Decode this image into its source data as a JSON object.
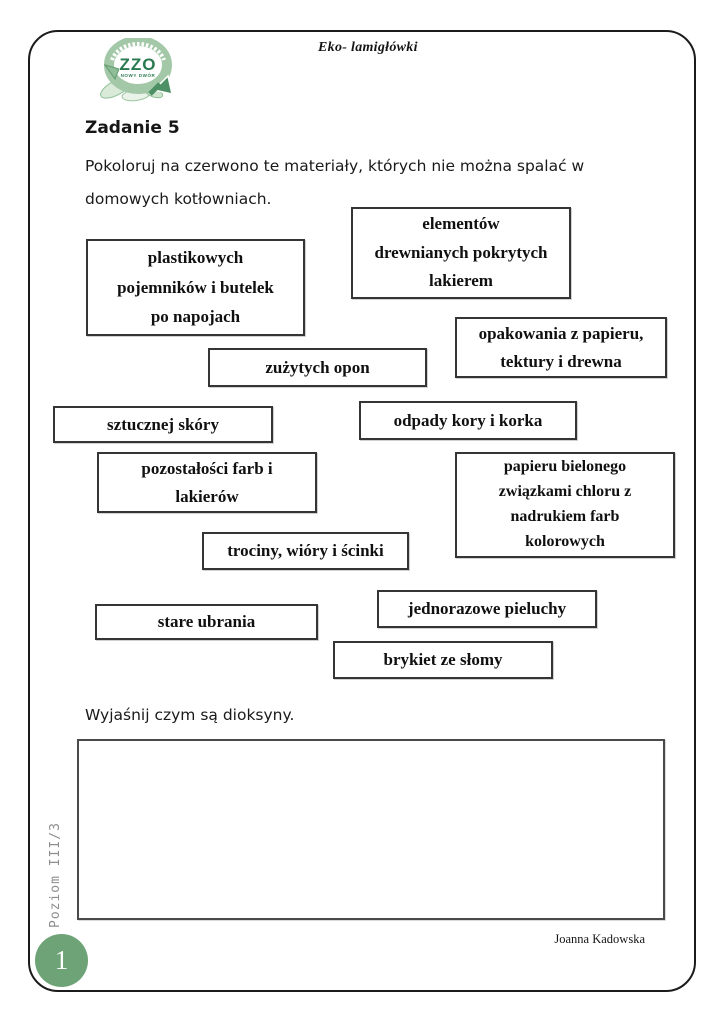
{
  "header": {
    "title": "Eko- lamigłówki",
    "logo": {
      "acronym": "ZZO",
      "subtitle": "NOWY DWÓR"
    }
  },
  "task": {
    "heading": "Zadanie 5",
    "instruction": "Pokoloruj na czerwono te materiały, których nie można spalać w\ndomowych kotłowniach."
  },
  "materials": [
    {
      "label": "plastikowych\npojemników i butelek\npo napojach"
    },
    {
      "label": "elementów\ndrewnianych pokrytych\nlakierem"
    },
    {
      "label": "opakowania z papieru,\ntektury i drewna"
    },
    {
      "label": "zużytych opon"
    },
    {
      "label": "sztucznej skóry"
    },
    {
      "label": "odpady kory i korka"
    },
    {
      "label": "pozostałości farb i\nlakierów"
    },
    {
      "label": "papieru bielonego\nzwiązkami chloru z\nnadrukiem farb\nkolorowych"
    },
    {
      "label": "trociny, wióry i ścinki"
    },
    {
      "label": "stare ubrania"
    },
    {
      "label": "jednorazowe pieluchy"
    },
    {
      "label": "brykiet ze słomy"
    }
  ],
  "question": "Wyjaśnij czym są dioksyny.",
  "answer_box_value": "",
  "footer": {
    "level": "Poziom III/3",
    "page_number": "1",
    "author": "Joanna Kadowska"
  },
  "colors": {
    "page_border": "#1b1b1b",
    "box_border": "#353535",
    "accent_green": "#6ea277",
    "logo_ring_green": "#a3c8a7",
    "logo_text_green": "#2a7a50",
    "level_text_gray": "#8e8e8e"
  }
}
